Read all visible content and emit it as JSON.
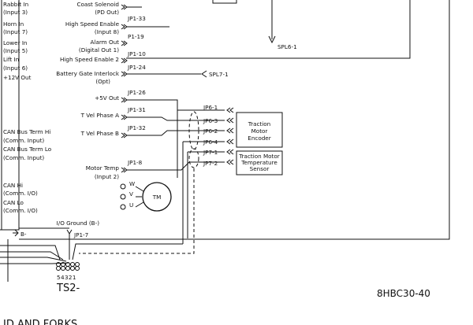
{
  "left_labels": {
    "rabbit": [
      "Rabbit In",
      "(Input 3)"
    ],
    "horn": [
      "Horn In",
      "(Input 7)"
    ],
    "lower": [
      "Lower In",
      "(Input 5)"
    ],
    "lift": [
      "Lift In",
      "(Input 6)"
    ],
    "p12v": "+12V Out",
    "can_hi_term": [
      "CAN Bus Term Hi",
      "(Comm. Input)"
    ],
    "can_lo_term": [
      "CAN Bus Term Lo",
      "(Comm. Input)"
    ],
    "can_hi": [
      "CAN Hi",
      "(Comm. I/O)"
    ],
    "can_lo": [
      "CAN Lo",
      "(Comm. I/O)"
    ]
  },
  "center_labels": {
    "coast": [
      "Coast Solenoid",
      "(PD Out)"
    ],
    "hse": [
      "High Speed Enable",
      "(Input 8)"
    ],
    "alarm": [
      "Alarm Out",
      "(Digital Out 1)"
    ],
    "hse2": "High Speed Enable 2",
    "battery": [
      "Battery Gate Interlock",
      "(Opt)"
    ],
    "v5": "+5V Out",
    "phase_a": "T Vel Phase A",
    "phase_b": "T Vel Phase B",
    "motor_temp": [
      "Motor Temp",
      "(Input 2)"
    ],
    "io_ground": "I/O Ground (B-)",
    "b_minus": "B-",
    "phases": [
      "W",
      "V",
      "U"
    ]
  },
  "pins": {
    "jp1_33": "JP1-33",
    "p1_19": "P1-19",
    "jp1_10": "JP1-10",
    "jp1_24": "JP1-24",
    "jp1_26": "JP1-26",
    "jp1_31": "JP1-31",
    "jp1_32": "JP1-32",
    "jp1_8": "JP1-8",
    "jp1_7": "JP1-7",
    "jp6_1": "JP6-1",
    "jp6_3": "JP6-3",
    "jp6_2": "JP6-2",
    "jp6_4": "JP6-4",
    "jp7_1": "JP7-1",
    "jp7_2": "JP7-2"
  },
  "refs": {
    "spl6_1": "SPL6-1",
    "spl7_1": "SPL7-1"
  },
  "components": {
    "encoder": [
      "Traction",
      "Motor",
      "Encoder"
    ],
    "temp_sensor": [
      "Traction Motor",
      "Temperature",
      "Sensor"
    ],
    "motor": "TM"
  },
  "terminal_strip": {
    "pins": "54321",
    "name": "TS2-"
  },
  "drawing_number": "8HBC30-40",
  "footer_fragment": "ID AND FORKS"
}
